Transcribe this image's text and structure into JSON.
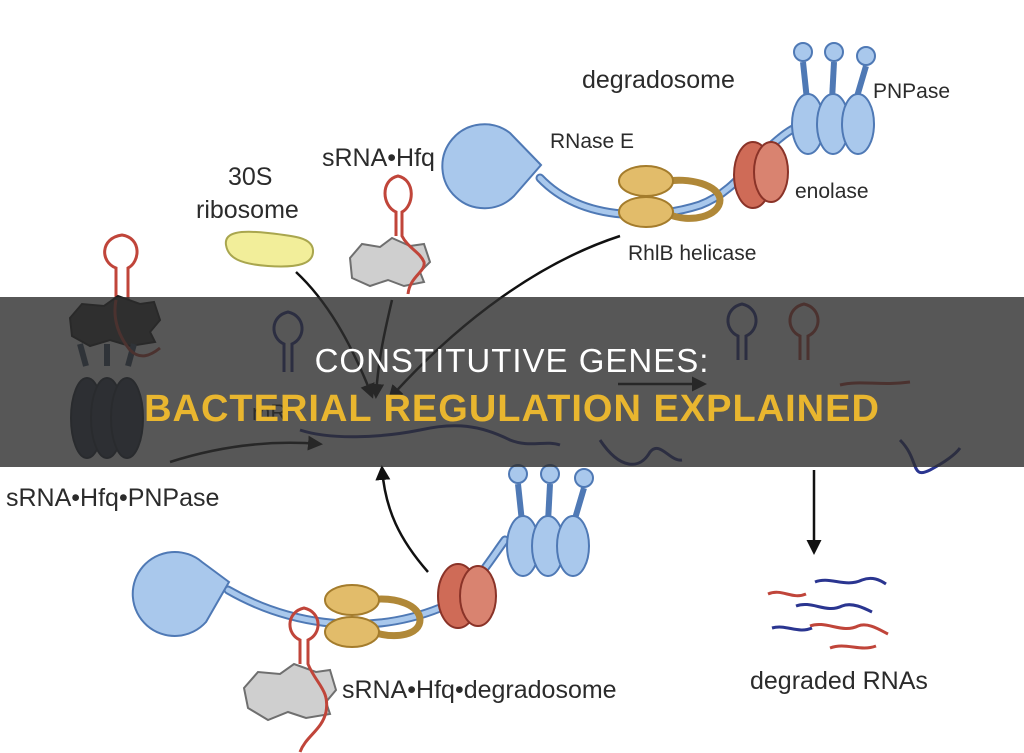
{
  "labels": {
    "degradosome": "degradosome",
    "pnpase": "PNPase",
    "rnase_e": "RNase E",
    "enolase": "enolase",
    "rhlb_helicase": "RhlB helicase",
    "ribosome_30s": "30S",
    "ribosome_word": "ribosome",
    "srna_hfq": "sRNA•Hfq",
    "srna_hfq_pnpase": "sRNA•Hfq•PNPase",
    "srna_hfq_degradosome": "sRNA•Hfq•degradosome",
    "degraded_rnas": "degraded RNAs",
    "mrna_partial": "mR"
  },
  "overlay": {
    "title_line1": "CONSTITUTIVE GENES:",
    "title_line2": "BACTERIAL REGULATION EXPLAINED"
  },
  "colors": {
    "light_blue": "#a9c8ec",
    "blue_outline": "#4f79b5",
    "rna_red": "#c0453a",
    "mrna_navy": "#2a3590",
    "yellow": "#f2ee9a",
    "tan": "#e2bc6a",
    "enolase_red": "#cf6b57",
    "gray": "#cfcfcf",
    "dark_navy": "#2f3a4e",
    "banner_gold": "#e9b62f"
  }
}
